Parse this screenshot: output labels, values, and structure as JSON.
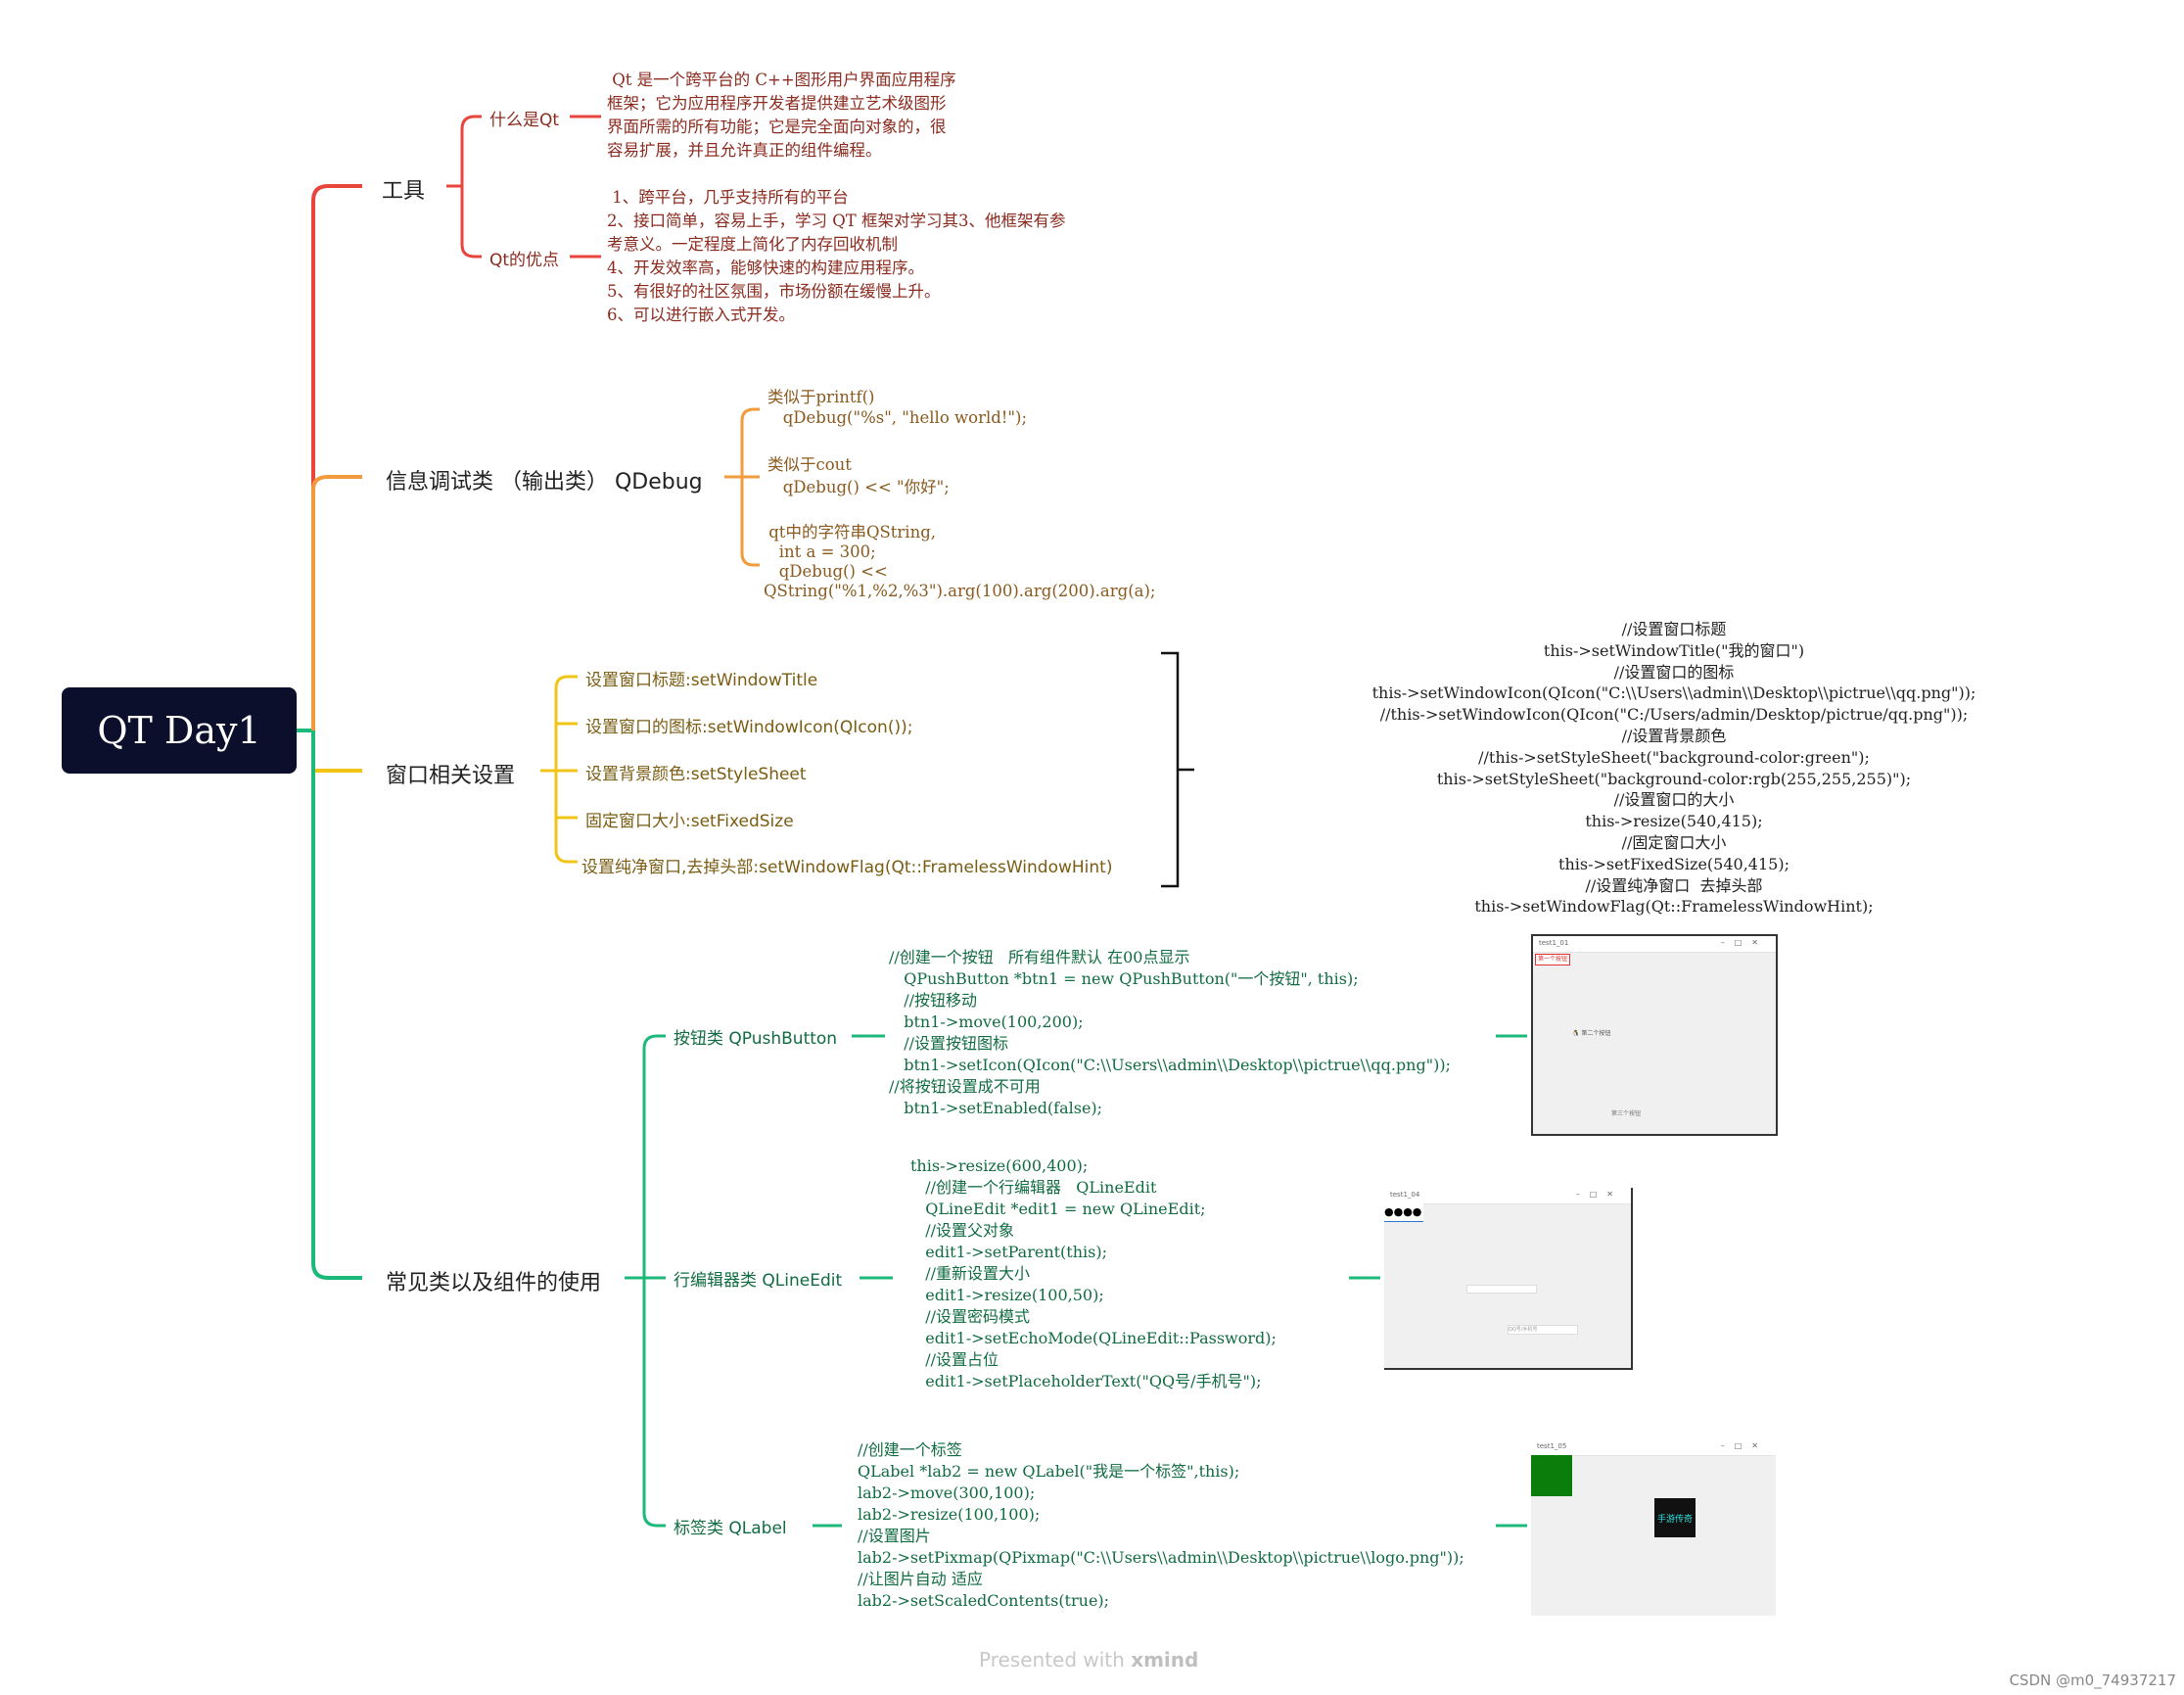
{
  "root": {
    "title": "QT Day1"
  },
  "colors": {
    "red": "#e8453c",
    "orange": "#f29b3c",
    "gold": "#f2c417",
    "green": "#1cb97a",
    "navy": "#0b0f2b"
  },
  "tools": {
    "label": "工具",
    "what": {
      "label": "什么是Qt",
      "text": " Qt 是一个跨平台的 C++图形用户界面应用程序\n框架；它为应用程序开发者提供建立艺术级图形\n界面所需的所有功能；它是完全面向对象的，很\n容易扩展，并且允许真正的组件编程。"
    },
    "pros": {
      "label": "Qt的优点",
      "text": " 1、跨平台，几乎支持所有的平台\n2、接口简单，容易上手，学习 QT 框架对学习其3、他框架有参\n考意义。一定程度上简化了内存回收机制\n4、开发效率高，能够快速的构建应用程序。\n5、有很好的社区氛围，市场份额在缓慢上升。\n6、可以进行嵌入式开发。"
    }
  },
  "debug": {
    "label": "信息调试类 （输出类） QDebug",
    "items": [
      "类似于printf()\n   qDebug(\"%s\", \"hello world!\");",
      "类似于cout\n   qDebug() << \"你好\";",
      " qt中的字符串QString,\n   int a = 300;\n   qDebug() <<\nQString(\"%1,%2,%3\").arg(100).arg(200).arg(a);"
    ]
  },
  "window": {
    "label": "窗口相关设置",
    "items": [
      "设置窗口标题:setWindowTitle",
      "设置窗口的图标:setWindowIcon(QIcon());",
      "设置背景颜色:setStyleSheet",
      "固定窗口大小:setFixedSize",
      "设置纯净窗口,去掉头部:setWindowFlag(Qt::FramelessWindowHint)"
    ],
    "summary": "//设置窗口标题\nthis->setWindowTitle(\"我的窗口\")\n//设置窗口的图标\nthis->setWindowIcon(QIcon(\"C:\\\\Users\\\\admin\\\\Desktop\\\\pictrue\\\\qq.png\"));\n//this->setWindowIcon(QIcon(\"C:/Users/admin/Desktop/pictrue/qq.png\"));\n//设置背景颜色\n//this->setStyleSheet(\"background-color:green\");\nthis->setStyleSheet(\"background-color:rgb(255,255,255)\");\n//设置窗口的大小\nthis->resize(540,415);\n//固定窗口大小\nthis->setFixedSize(540,415);\n//设置纯净窗口  去掉头部\nthis->setWindowFlag(Qt::FramelessWindowHint);"
  },
  "widgets": {
    "label": "常见类以及组件的使用",
    "button": {
      "label": "按钮类  QPushButton",
      "code": "//创建一个按钮   所有组件默认 在00点显示\n   QPushButton *btn1 = new QPushButton(\"一个按钮\", this);\n   //按钮移动\n   btn1->move(100,200);\n   //设置按钮图标\n   btn1->setIcon(QIcon(\"C:\\\\Users\\\\admin\\\\Desktop\\\\pictrue\\\\qq.png\"));\n//将按钮设置成不可用\n   btn1->setEnabled(false);",
      "shot": {
        "title": "test1_01",
        "btn_a": "第一个按钮",
        "btn_b": "🐧 第二个按钮",
        "btn_c": "第三个按钮"
      }
    },
    "lineedit": {
      "label": "行编辑器类  QLineEdit",
      "code": "this->resize(600,400);\n   //创建一个行编辑器   QLineEdit\n   QLineEdit *edit1 = new QLineEdit;\n   //设置父对象\n   edit1->setParent(this);\n   //重新设置大小\n   edit1->resize(100,50);\n   //设置密码模式\n   edit1->setEchoMode(QLineEdit::Password);\n   //设置占位\n   edit1->setPlaceholderText(\"QQ号/手机号\");",
      "shot": {
        "title": "test1_04",
        "dots": "●●●●",
        "placeholder": "QQ号/手机号"
      }
    },
    "label_cls": {
      "label": "标签类  QLabel",
      "code": "//创建一个标签\nQLabel *lab2 = new QLabel(\"我是一个标签\",this);\nlab2->move(300,100);\nlab2->resize(100,100);\n//设置图片\nlab2->setPixmap(QPixmap(\"C:\\\\Users\\\\admin\\\\Desktop\\\\pictrue\\\\logo.png\"));\n//让图片自动 适应\nlab2->setScaledContents(true);",
      "shot": {
        "title": "test1_05",
        "logo": "手游传奇"
      }
    }
  },
  "footer": {
    "presented": "Presented with ",
    "brand": "xmind"
  },
  "watermark": "CSDN @m0_74937217"
}
